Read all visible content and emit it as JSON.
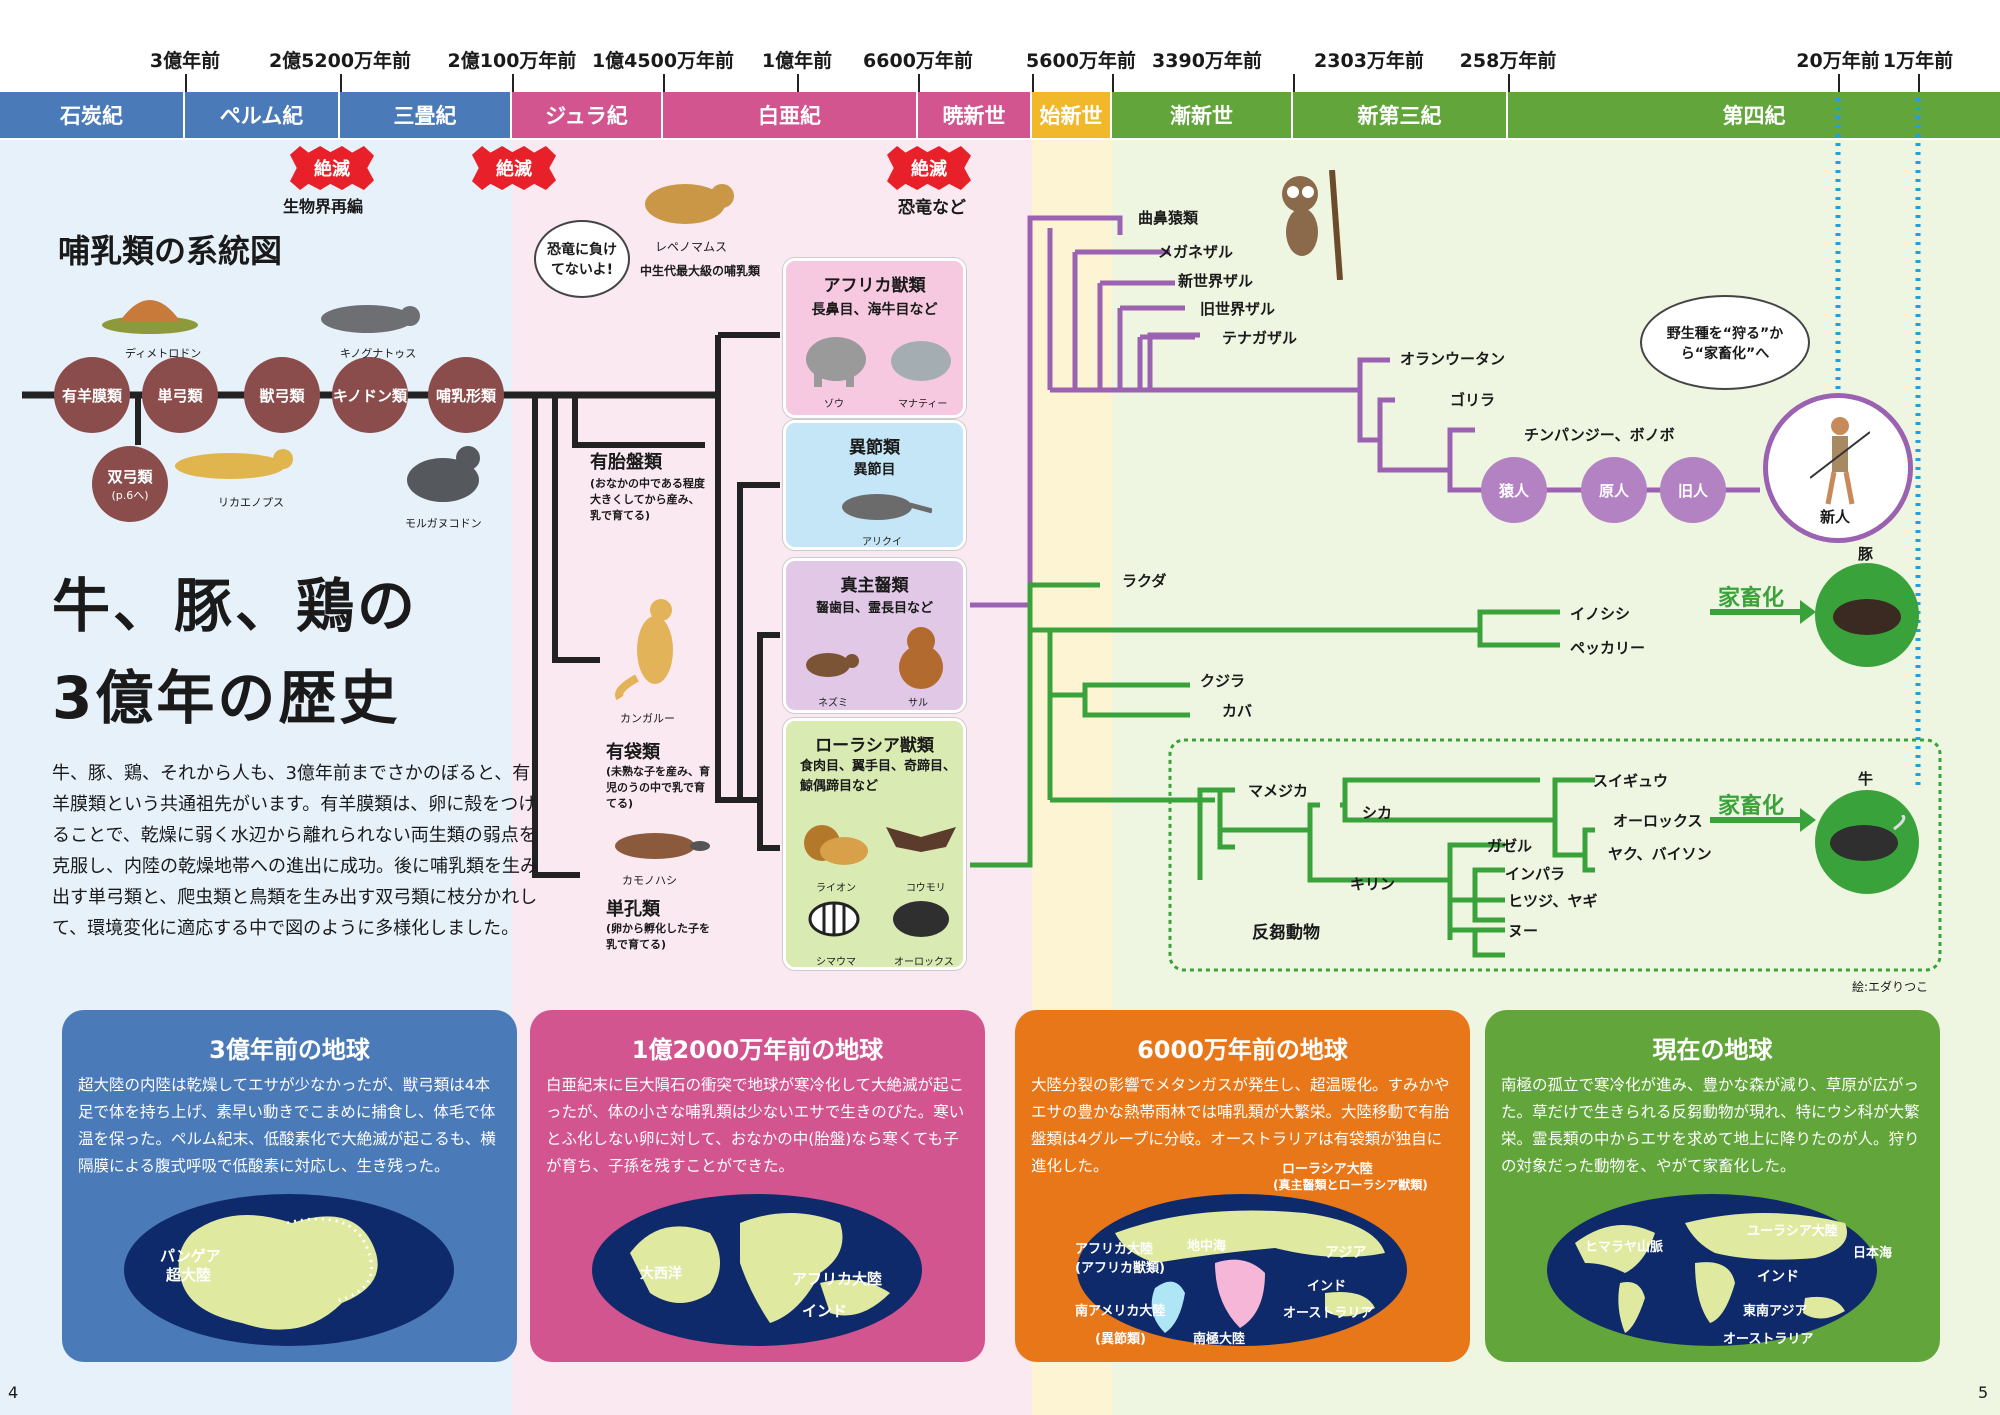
{
  "timeline": {
    "ticks": [
      "3億年前",
      "2億5200万年前",
      "2億100万年前",
      "1億4500万年前",
      "1億年前",
      "6600万年前",
      "5600万年前",
      "3390万年前",
      "2303万年前",
      "258万年前",
      "20万年前",
      "1万年前"
    ],
    "eras": [
      "石炭紀",
      "ペルム紀",
      "三畳紀",
      "ジュラ紀",
      "白亜紀",
      "暁新世",
      "始新世",
      "漸新世",
      "新第三紀",
      "第四紀"
    ]
  },
  "extinctions": {
    "badge": "絶滅",
    "note1": "生物界再編",
    "note2": "恐竜など"
  },
  "header": {
    "section_title": "哺乳類の系統図",
    "main_title_line1": "牛、豚、鶏の",
    "main_title_line2": "3億年の歴史"
  },
  "body_text": "牛、豚、鶏、それから人も、3億年前までさかのぼると、有羊膜類という共通祖先がいます。有羊膜類は、卵に殻をつけることで、乾燥に弱く水辺から離れられない両生類の弱点を克服し、内陸の乾燥地帯への進出に成功。後に哺乳類を生み出す単弓類と、爬虫類と鳥類を生み出す双弓類に枝分かれして、環境変化に適応する中で図のように多様化しました。",
  "stem": {
    "nodes": [
      "有羊膜類",
      "単弓類",
      "獣弓類",
      "キノドン類",
      "哺乳形類"
    ],
    "diapsid": "双弓類",
    "diapsid_note": "(p.6へ)",
    "animals": [
      "ディメトロドン",
      "キノグナトゥス",
      "リカエノプス",
      "モルガヌコドン"
    ],
    "repenomamus": "レペノマムス",
    "repenomamus_note": "中生代最大級の哺乳類",
    "bubble": "恐竜に負けてないよ!"
  },
  "branches": {
    "placental": "有胎盤類",
    "placental_note": "(おなかの中である程度大きくしてから産み、乳で育てる)",
    "marsupial": "有袋類",
    "marsupial_note": "(未熟な子を産み、育児のうの中で乳で育てる)",
    "monotreme": "単孔類",
    "monotreme_note": "(卵から孵化した子を乳で育てる)",
    "kangaroo": "カンガルー",
    "platypus": "カモノハシ"
  },
  "groups": [
    {
      "title": "アフリカ獣類",
      "sub": "長鼻目、海牛目など",
      "animals": [
        "ゾウ",
        "マナティー"
      ]
    },
    {
      "title": "異節類",
      "sub": "異節目",
      "animals": [
        "アリクイ"
      ]
    },
    {
      "title": "真主齧類",
      "sub": "齧歯目、霊長目など",
      "animals": [
        "ネズミ",
        "サル"
      ]
    },
    {
      "title": "ローラシア獣類",
      "sub": "食肉目、翼手目、奇蹄目、鯨偶蹄目など",
      "animals": [
        "ライオン",
        "コウモリ",
        "シマウマ",
        "オーロックス"
      ]
    }
  ],
  "primates": {
    "labels": [
      "曲鼻猿類",
      "メガネザル",
      "新世界ザル",
      "旧世界ザル",
      "テナガザル",
      "オランウータン",
      "ゴリラ",
      "チンパンジー、ボノボ"
    ],
    "humans": [
      "猿人",
      "原人",
      "旧人"
    ],
    "new_human": "新人",
    "bubble": "野生種を“狩る”から“家畜化”へ"
  },
  "ungulates": {
    "labels": [
      "ラクダ",
      "イノシシ",
      "ペッカリー",
      "クジラ",
      "カバ",
      "マメジカ",
      "シカ",
      "スイギュウ",
      "オーロックス",
      "ヤク、バイソン",
      "ガゼル",
      "キリン",
      "インパラ",
      "ヒツジ、ヤギ",
      "ヌー"
    ],
    "ruminant": "反芻動物",
    "domestication": "家畜化",
    "pig": "豚",
    "cow": "牛"
  },
  "credit": "絵:エダりつこ",
  "earth": [
    {
      "title": "3億年前の地球",
      "text": "超大陸の内陸は乾燥してエサが少なかったが、獣弓類は4本足で体を持ち上げ、素早い動きでこまめに捕食し、体毛で体温を保った。ペルム紀末、低酸素化で大絶滅が起こるも、横隔膜による腹式呼吸で低酸素に対応し、生き残った。",
      "map_labels": [
        "パンゲア",
        "超大陸"
      ],
      "color": "#4a7ab8"
    },
    {
      "title": "1億2000万年前の地球",
      "text": "白亜紀末に巨大隕石の衝突で地球が寒冷化して大絶滅が起こったが、体の小さな哺乳類は少ないエサで生きのびた。寒いとふ化しない卵に対して、おなかの中(胎盤)なら寒くても子が育ち、子孫を残すことができた。",
      "map_labels": [
        "大西洋",
        "アフリカ大陸",
        "インド"
      ],
      "color": "#d2558f"
    },
    {
      "title": "6000万年前の地球",
      "text": "大陸分裂の影響でメタンガスが発生し、超温暖化。すみかやエサの豊かな熱帯雨林では哺乳類が大繁栄。大陸移動で有胎盤類は4グループに分岐。オーストラリアは有袋類が独自に進化した。",
      "map_labels": [
        "ローラシア大陸",
        "(真主齧類とローラシア獣類)",
        "地中海",
        "アジア",
        "アフリカ大陸",
        "(アフリカ獣類)",
        "インド",
        "南アメリカ大陸",
        "(異節類)",
        "オーストラリア",
        "南極大陸"
      ],
      "color": "#e8771a"
    },
    {
      "title": "現在の地球",
      "text": "南極の孤立で寒冷化が進み、豊かな森が減り、草原が広がった。草だけで生きられる反芻動物が現れ、特にウシ科が大繁栄。霊長類の中からエサを求めて地上に降りたのが人。狩りの対象だった動物を、やがて家畜化した。",
      "map_labels": [
        "ユーラシア大陸",
        "ヒマラヤ山脈",
        "日本海",
        "インド",
        "東南アジア",
        "オーストラリア"
      ],
      "color": "#62a53a"
    }
  ],
  "page_numbers": [
    "4",
    "5"
  ]
}
